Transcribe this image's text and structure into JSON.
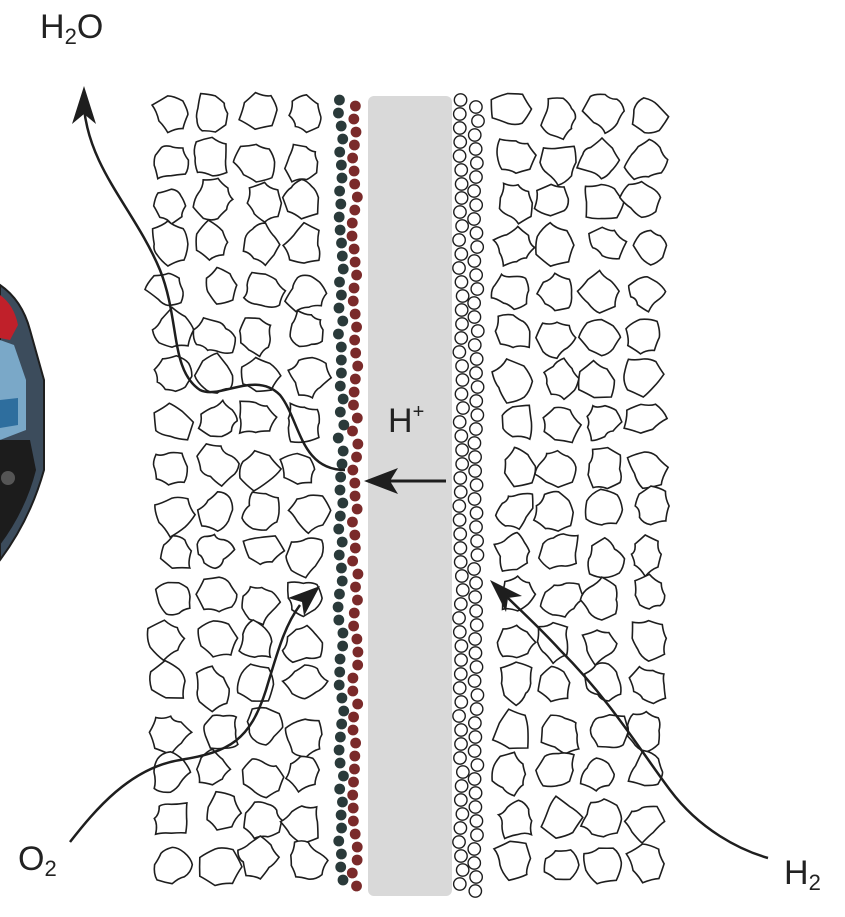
{
  "labels": {
    "water": {
      "main": "H",
      "sub": "2",
      "tail": "O"
    },
    "proton": {
      "main": "H",
      "sup": "+"
    },
    "oxygen": {
      "main": "O",
      "sub": "2"
    },
    "hydrogen": {
      "main": "H",
      "sub": "2"
    }
  },
  "colors": {
    "membrane": "#d9d9d9",
    "outline": "#1e1e1e",
    "catalyst_dark": "#2a3a3a",
    "catalyst_red": "#7a2a2a",
    "device_blue": "#2e6e9e",
    "device_red": "#c0202a"
  }
}
